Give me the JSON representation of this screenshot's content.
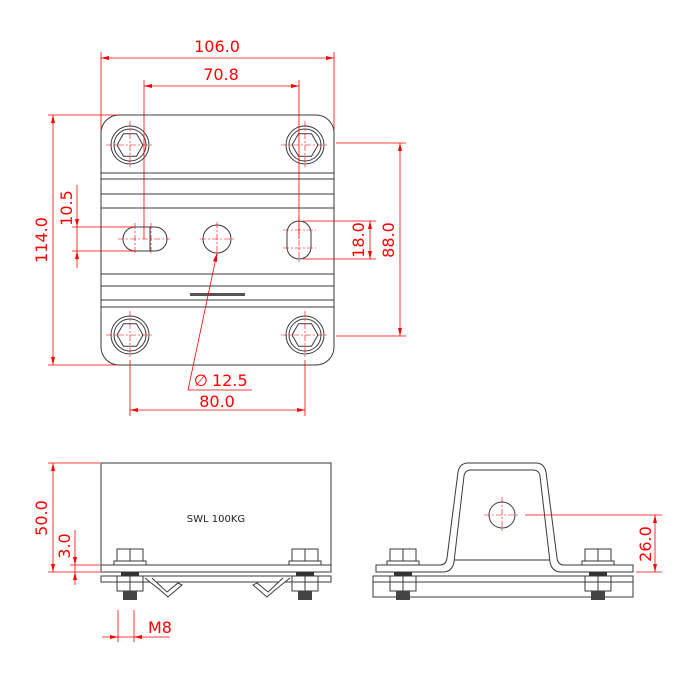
{
  "dimensions": {
    "overall_width": "106.0",
    "slot_spacing": "70.8",
    "overall_height": "114.0",
    "slot_width": "10.5",
    "slot_length": "18.0",
    "bolt_vertical_spacing": "88.0",
    "hole_diameter": "12.5",
    "hole_diameter_symbol": "∅",
    "bolt_horizontal_spacing": "80.0",
    "side_height": "50.0",
    "plate_thickness": "3.0",
    "bolt_size": "M8",
    "hole_height": "26.0"
  },
  "labels": {
    "swl": "SWL 100KG"
  },
  "colors": {
    "dimension": "#ff0000",
    "outline": "#3a3a3a"
  }
}
